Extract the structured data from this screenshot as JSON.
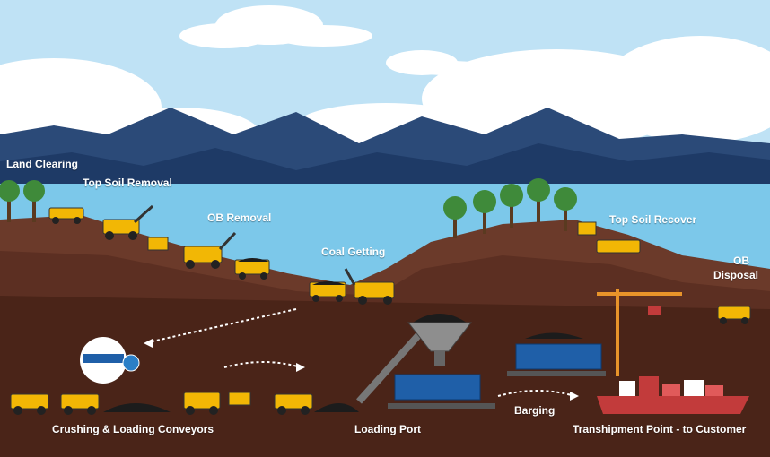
{
  "stages": {
    "land_clearing": "Land Clearing",
    "top_soil_removal": "Top Soil Removal",
    "ob_removal": "OB Removal",
    "coal_getting": "Coal Getting",
    "top_soil_recover": "Top Soil Recover",
    "ob_disposal_line1": "OB",
    "ob_disposal_line2": "Disposal",
    "crushing_loading": "Crushing & Loading Conveyors",
    "loading_port": "Loading Port",
    "barging": "Barging",
    "transhipment": "Transhipment Point - to Customer"
  },
  "colors": {
    "sky": "#cfe9f7",
    "mountains_back": "#2b4a78",
    "mountains_front": "#1e3a66",
    "water": "#7cc8ea",
    "soil_top": "#6b3a2a",
    "soil_mid": "#5c2f22",
    "soil_deep": "#4a2418",
    "machinery": "#f2b705",
    "tree": "#3f8a3a",
    "wagon": "#1f5fa8",
    "crane": "#e8942a",
    "ship_hull": "#c23b3b"
  }
}
